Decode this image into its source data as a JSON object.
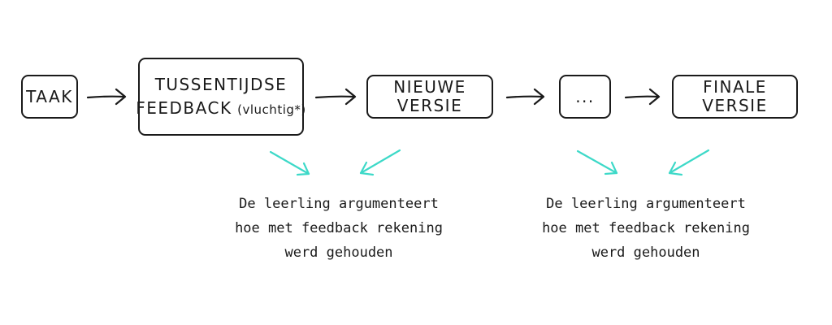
{
  "flow": {
    "steps": [
      {
        "label": "TAAK"
      },
      {
        "label": "TUSSENTIJDSE",
        "label_line2": "FEEDBACK",
        "label_suffix": "(vluchtig*)"
      },
      {
        "label": "NIEUWE VERSIE"
      },
      {
        "label": "..."
      },
      {
        "label": "FINALE VERSIE"
      }
    ]
  },
  "captions": [
    {
      "lines": [
        "De leerling argumenteert",
        "hoe met feedback rekening",
        "werd gehouden"
      ]
    },
    {
      "lines": [
        "De leerling argumenteert",
        "hoe met feedback rekening",
        "werd gehouden"
      ]
    }
  ],
  "colors": {
    "box_border": "#1a1a1a",
    "flow_arrow": "#1a1a1a",
    "feedback_arrow": "#3dd9c8"
  }
}
